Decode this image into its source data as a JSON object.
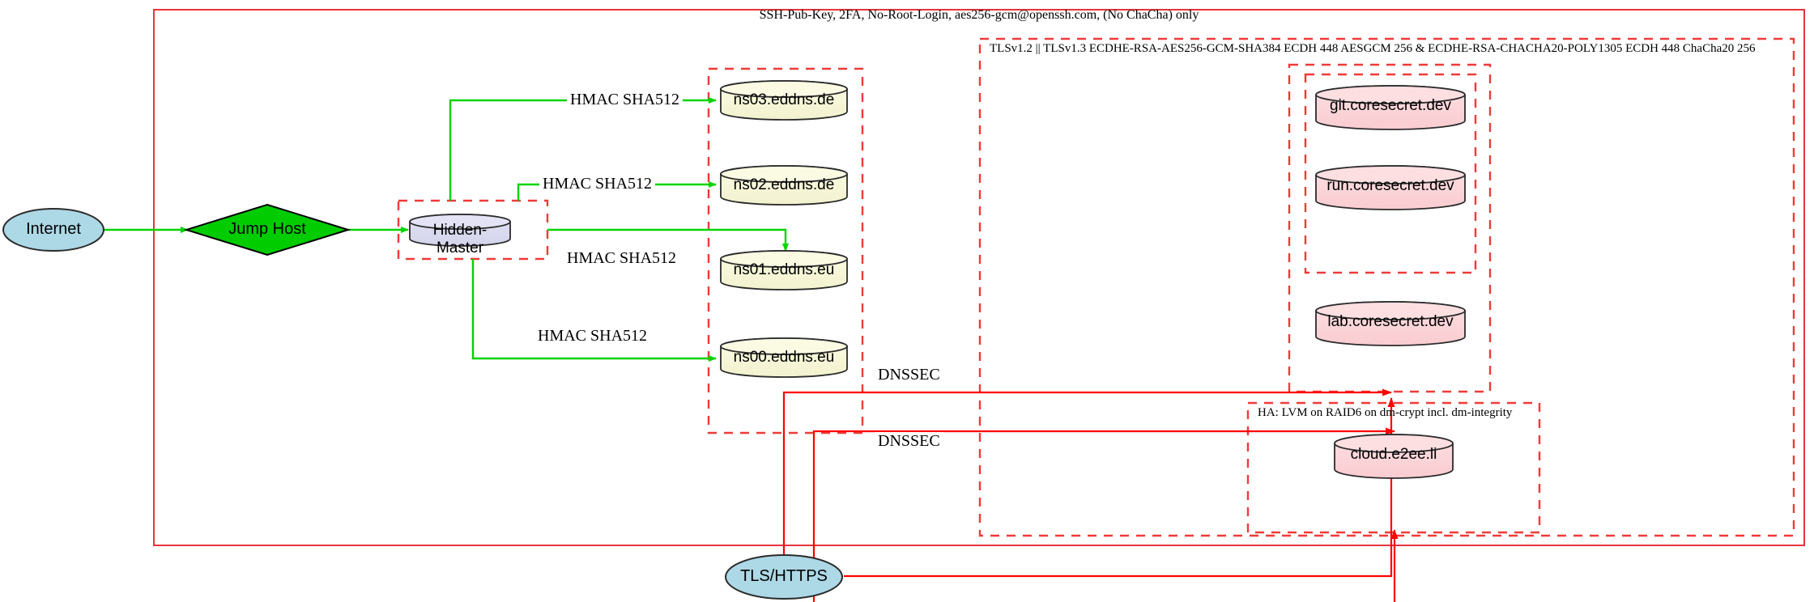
{
  "diagram": {
    "title_label": "SSH-Pub-Key, 2FA, No-Root-Login, aes256-gcm@openssh.com, (No ChaCha) only",
    "tls_label": "TLSv1.2 || TLSv1.3 ECDHE-RSA-AES256-GCM-SHA384 ECDH 448 AESGCM 256 & ECDHE-RSA-CHACHA20-POLY1305 ECDH 448 ChaCha20 256",
    "ha_label": "HA: LVM on RAID6 on dm-crypt incl. dm-integrity"
  },
  "nodes": {
    "internet": "Internet",
    "jump_host": "Jump Host",
    "hidden_master": "Hidden-Master",
    "ns03": "ns03.eddns.de",
    "ns02": "ns02.eddns.de",
    "ns01": "ns01.eddns.eu",
    "ns00": "ns00.eddns.eu",
    "git": "git.coresecret.dev",
    "run": "run.coresecret.dev",
    "lab": "lab.coresecret.dev",
    "cloud": "cloud.e2ee.li",
    "tls_https": "TLS/HTTPS"
  },
  "edges": {
    "hmac_ns03": "HMAC SHA512",
    "hmac_ns02": "HMAC SHA512",
    "hmac_ns01": "HMAC SHA512",
    "hmac_ns00": "HMAC SHA512",
    "dnssec_1": "DNSSEC",
    "dnssec_2": "DNSSEC"
  },
  "colors": {
    "boundary_red": "#e8343c",
    "dashed_red": "#f03a3a",
    "edge_green": "#00d400",
    "edge_red": "#ff0000",
    "node_blue_fill": "#add8e6",
    "node_green_fill": "#00cc00",
    "node_lavender_fill": "#dcdcf0",
    "node_cream_fill": "#f5f5dc",
    "node_pink_fill": "#fadadd",
    "node_stroke": "#2b2b2b"
  }
}
